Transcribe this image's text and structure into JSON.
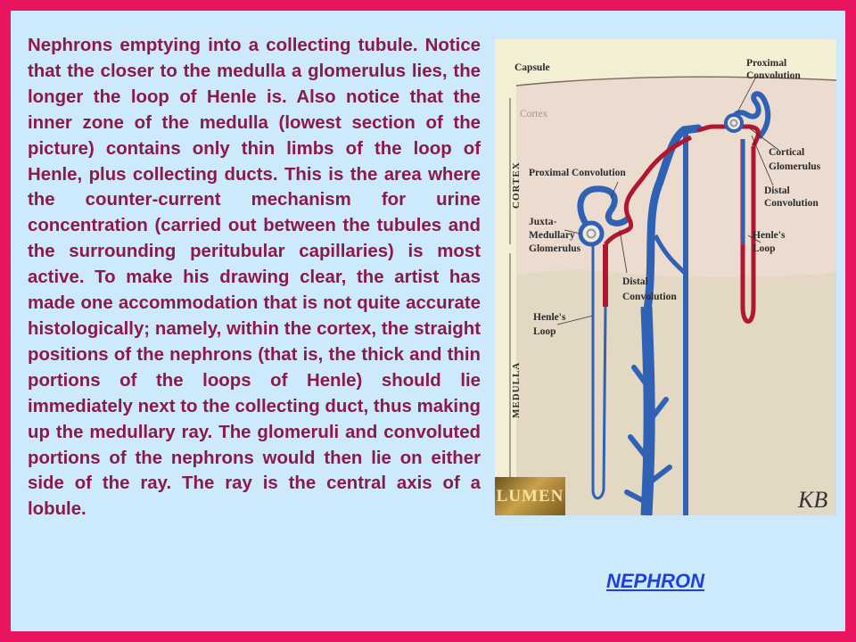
{
  "body_text": "Nephrons emptying into a collecting tubule. Notice that the closer to the medulla a glomerulus lies, the longer the loop of Henle is. Also notice that the inner zone of the medulla (lowest section of the picture) contains only thin limbs of the loop of Henle, plus collecting ducts. This is the area where the counter-current mechanism for urine concentration (carried out between the tubules and the surrounding peritubular capillaries) is most active. To make his drawing clear, the artist has made one accommodation that is not quite accurate histologically; namely, within the cortex, the straight positions of the nephrons (that is, the thick and thin portions of the loops of Henle) should lie immediately next to the collecting duct, thus making up the medullary ray. The glomeruli and convoluted portions of the nephrons would then lie on either side of the ray. The ray is the central axis of a lobule.",
  "link_text": "NEPHRON",
  "figure": {
    "labels": {
      "capsule": "Capsule",
      "cortex_region": "Cortex",
      "proximal_convolution_top_1": "Proximal",
      "proximal_convolution_top_2": "Convolution",
      "cortical_glomerulus_1": "Cortical",
      "cortical_glomerulus_2": "Glomerulus",
      "distal_convolution_right_1": "Distal",
      "distal_convolution_right_2": "Convolution",
      "henles_loop_right_1": "Henle's",
      "henles_loop_right_2": "Loop",
      "proximal_convolution_left": "Proximal Convolution",
      "juxta_medullary_1": "Juxta-",
      "juxta_medullary_2": "Medullary",
      "juxta_medullary_3": "Glomerulus",
      "distal_convolution_left_1": "Distal",
      "distal_convolution_left_2": "Convolution",
      "henles_loop_left_1": "Henle's",
      "henles_loop_left_2": "Loop",
      "cortex_side": "CORTEX",
      "medulla_side": "MEDULLA"
    },
    "logo": "LUMEN",
    "signature": "KB",
    "colors": {
      "blue_tubule": "#2f62b4",
      "red_tubule": "#b01830",
      "cortex_bg": "#ead6c8",
      "medulla_bg": "#e6dcc6"
    }
  }
}
